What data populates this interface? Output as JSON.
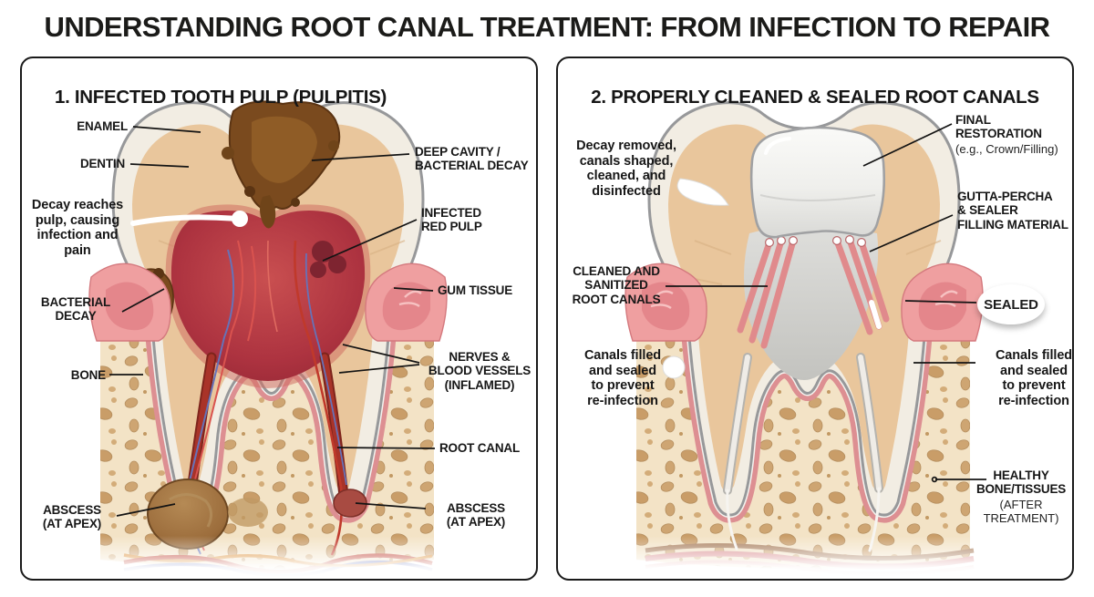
{
  "title": "UNDERSTANDING ROOT CANAL TREATMENT: FROM INFECTION TO REPAIR",
  "panel1": {
    "heading": "1. INFECTED TOOTH PULP (PULPITIS)",
    "labels": {
      "enamel": "ENAMEL",
      "dentin": "DENTIN",
      "decay_reaches": "Decay reaches\npulp, causing\ninfection and\npain",
      "bacterial_decay": "BACTERIAL\nDECAY",
      "bone": "BONE",
      "abscess_left": "ABSCESS\n(AT APEX)",
      "deep_cavity": "DEEP CAVITY /\nBACTERIAL DECAY",
      "infected_pulp": "INFECTED\nRED PULP",
      "gum_tissue": "GUM TISSUE",
      "nerves": "NERVES &\nBLOOD VESSELS\n(INFLAMED)",
      "root_canal": "ROOT CANAL",
      "abscess_right": "ABSCESS\n(AT APEX)"
    }
  },
  "panel2": {
    "heading": "2. PROPERLY CLEANED & SEALED ROOT CANALS",
    "labels": {
      "decay_removed": "Decay removed,\ncanals shaped,\ncleaned, and\ndisinfected",
      "cleaned_canals": "CLEANED AND\nSANITIZED\nROOT CANALS",
      "canals_filled_left": "Canals filled\nand sealed\nto prevent\nre-infection",
      "final_restoration": "FINAL\nRESTORATION",
      "final_restoration_sub": "(e.g., Crown/Filling)",
      "gutta_percha": "GUTTA-PERCHA\n& SEALER\nFILLING MATERIAL",
      "sealed": "SEALED",
      "canals_filled_right": "Canals filled\nand sealed\nto prevent\nre-infection",
      "healthy_bone": "HEALTHY\nBONE/TISSUES",
      "healthy_bone_sub": "(AFTER TREATMENT)"
    }
  },
  "colors": {
    "outline": "#1a1a1a",
    "bone": "#f3e3c6",
    "bone_hole": "#c79a63",
    "gum_pink": "#ef9fa0",
    "enamel": "#f2ede3",
    "dentin": "#e9c69c",
    "infected_pulp_red": "#a93038",
    "decay_brown": "#6f4419",
    "abscess_brown": "#9c6d3c",
    "gutta_percha_pink": "#e08a8c",
    "crown_white": "#f4f4f2"
  }
}
